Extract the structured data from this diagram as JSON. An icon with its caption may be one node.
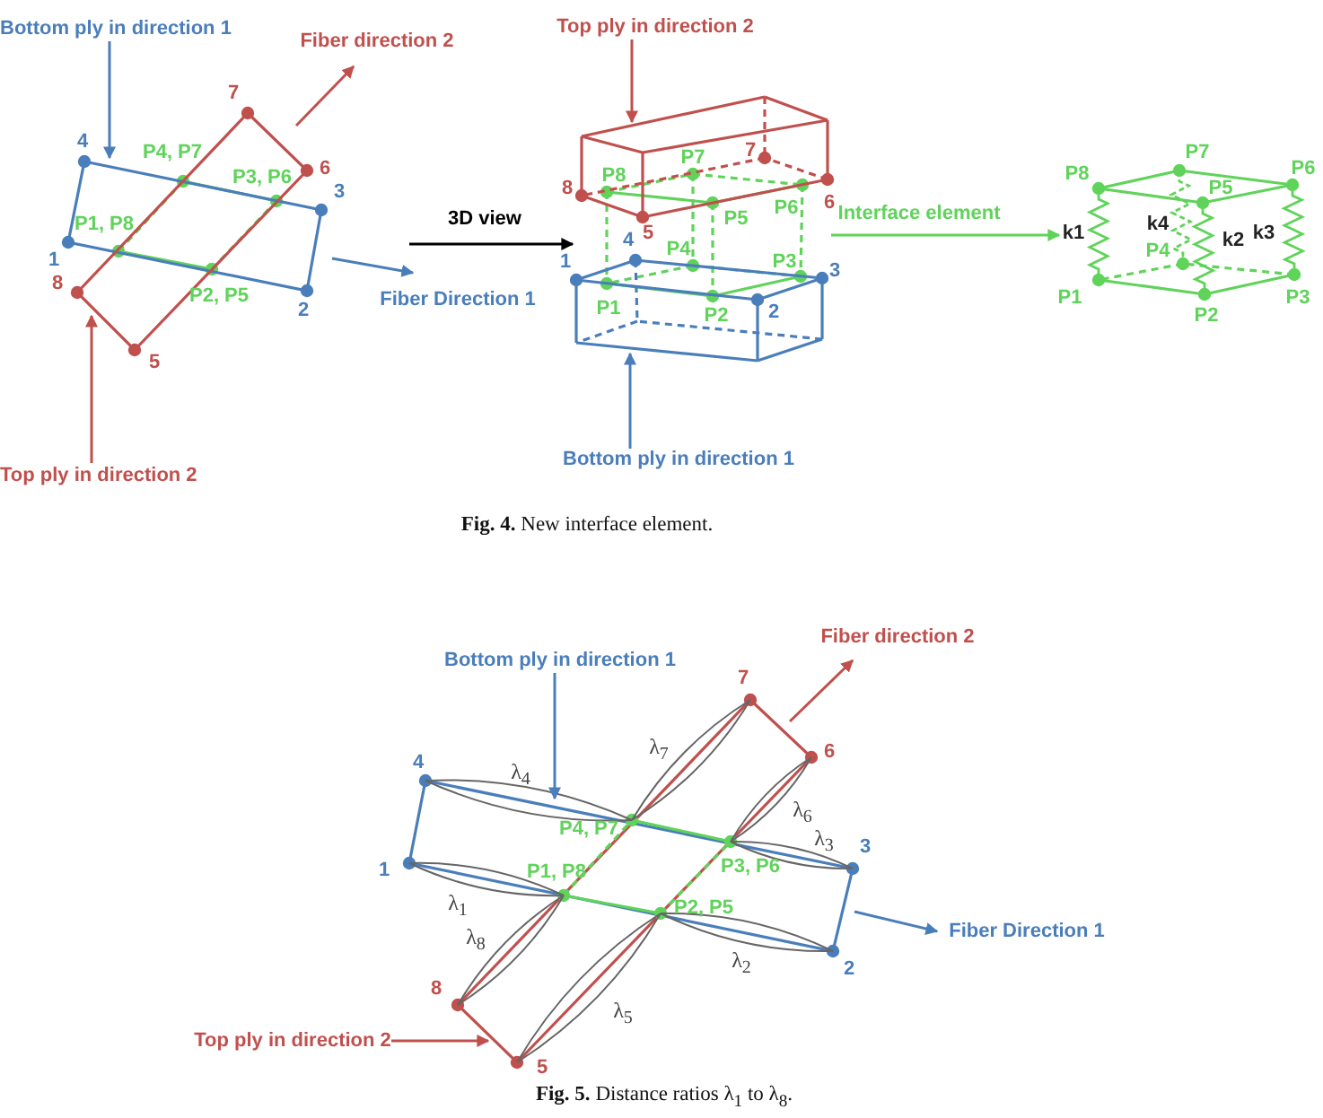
{
  "diagram": {
    "nodes": [
      {
        "text": [
          "Bottom ply in direction 1"
        ]
      },
      {
        "text": [
          "Top ply in direction 2"
        ]
      },
      {
        "text": [],
        "shape": "box"
      },
      {
        "text": [],
        "shape": "box"
      },
      {
        "text": [
          "Top ply in direction 2"
        ]
      },
      {
        "text": [
          "Bottom ply in direction 1"
        ]
      },
      {
        "text": [],
        "shape": "picture"
      },
      {
        "text": [],
        "shape": "picture"
      },
      {
        "text": [],
        "shape": "picture"
      },
      {
        "text": [
          "Bottom ply in direction 1"
        ]
      },
      {
        "text": [
          "Top ply in direction 2"
        ]
      },
      {
        "text": [],
        "shape": "box"
      },
      {
        "text": [],
        "shape": "box"
      }
    ],
    "edges": [
      {
        "from": 0,
        "to": 2,
        "arrow": "to",
        "color": "#4a7ebb"
      },
      {
        "from": 1,
        "to": 3,
        "arrow": "to",
        "color": "#c0504d"
      },
      {
        "from": null,
        "to": 7,
        "arrow": "to",
        "label": "3D view",
        "color": "#000000"
      },
      {
        "from": 6,
        "to": 8,
        "arrow": "to",
        "label": "Interface element",
        "color": "#5fd35a"
      },
      {
        "from": 4,
        "to": 6,
        "arrow": "to",
        "color": "#c0504d"
      },
      {
        "from": 5,
        "to": 7,
        "arrow": "to",
        "color": "#4a7ebb"
      },
      {
        "from": 9,
        "to": 11,
        "arrow": "to",
        "color": "#4a7ebb"
      },
      {
        "from": 10,
        "to": 12,
        "arrow": "to",
        "color": "#c0504d"
      }
    ],
    "labels": [
      "Fiber direction 2",
      "4",
      "7",
      "6",
      "P4, P7",
      "P3, P6",
      "3",
      "P1, P8",
      "1",
      "8",
      "2",
      "P2, P5",
      "Fiber Direction 1",
      "5",
      "7",
      "P7",
      "P8",
      "8",
      "P6",
      "6",
      "P5",
      "5",
      "4",
      "P4",
      "1",
      "P3",
      "3",
      "P1",
      "P2",
      "2",
      "P7",
      "P8",
      "P6",
      "P5",
      "k4",
      "k1",
      "k2",
      "k3",
      "P4",
      "P1",
      "P2",
      "P3",
      "**Fig. 4.** New interface element.",
      "Fiber direction 2",
      "7",
      "4",
      "λ$_{4}$",
      "λ$_{7}$",
      "6",
      "λ$_{6}$",
      "P4, P7",
      "λ$_{3}$",
      "3",
      "1",
      "P1, P8",
      "P3, P6",
      "λ$_{1}$",
      "P2, P5",
      "λ$_{8}$",
      "Fiber Direction 1",
      "λ$_{2}$",
      "2",
      "8",
      "λ$_{5}$",
      "5",
      "**Fig. 5.** Distance ratios λ$_{1}$ to λ$_{8}$."
    ]
  }
}
